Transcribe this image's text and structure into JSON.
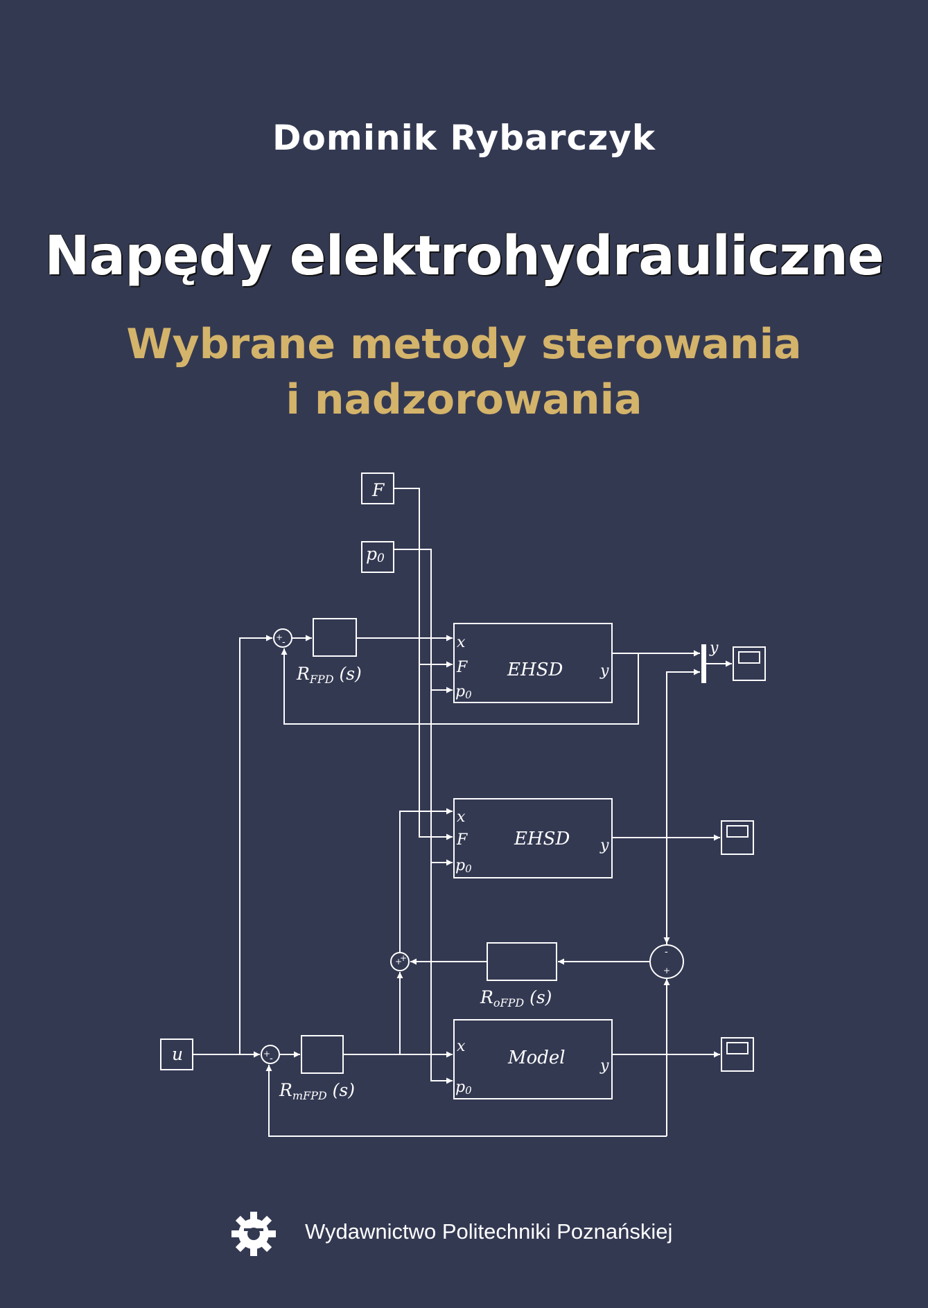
{
  "cover": {
    "author": "Dominik Rybarczyk",
    "title": "Napędy elektrohydrauliczne",
    "subtitle_line1": "Wybrane metody sterowania",
    "subtitle_line2": "i nadzorowania"
  },
  "diagram": {
    "inputs": {
      "F": "F",
      "p0": "p",
      "p0_sub": "0",
      "u": "u"
    },
    "blocks": {
      "ehsd1": "EHSD",
      "ehsd2": "EHSD",
      "model": "Model"
    },
    "ports": {
      "x": "x",
      "F": "F",
      "p": "p",
      "p_sub": "0",
      "y": "y"
    },
    "mux_label": "y",
    "controllers": {
      "r_fpd": {
        "main": "R",
        "sub": "FPD",
        "arg": " (s)"
      },
      "r_ofpd": {
        "main": "R",
        "sub": "oFPD",
        "arg": " (s)"
      },
      "r_mfpd": {
        "main": "R",
        "sub": "mFPD",
        "arg": " (s)"
      }
    },
    "sum_signs": {
      "plus": "+",
      "minus": "-"
    }
  },
  "publisher": {
    "name": "Wydawnictwo Politechniki Poznańskiej",
    "logo_icon": "gear-logo-icon"
  },
  "colors": {
    "background": "#343952",
    "title": "#ffffff",
    "subtitle": "#d4b46a",
    "line": "#ffffff"
  }
}
